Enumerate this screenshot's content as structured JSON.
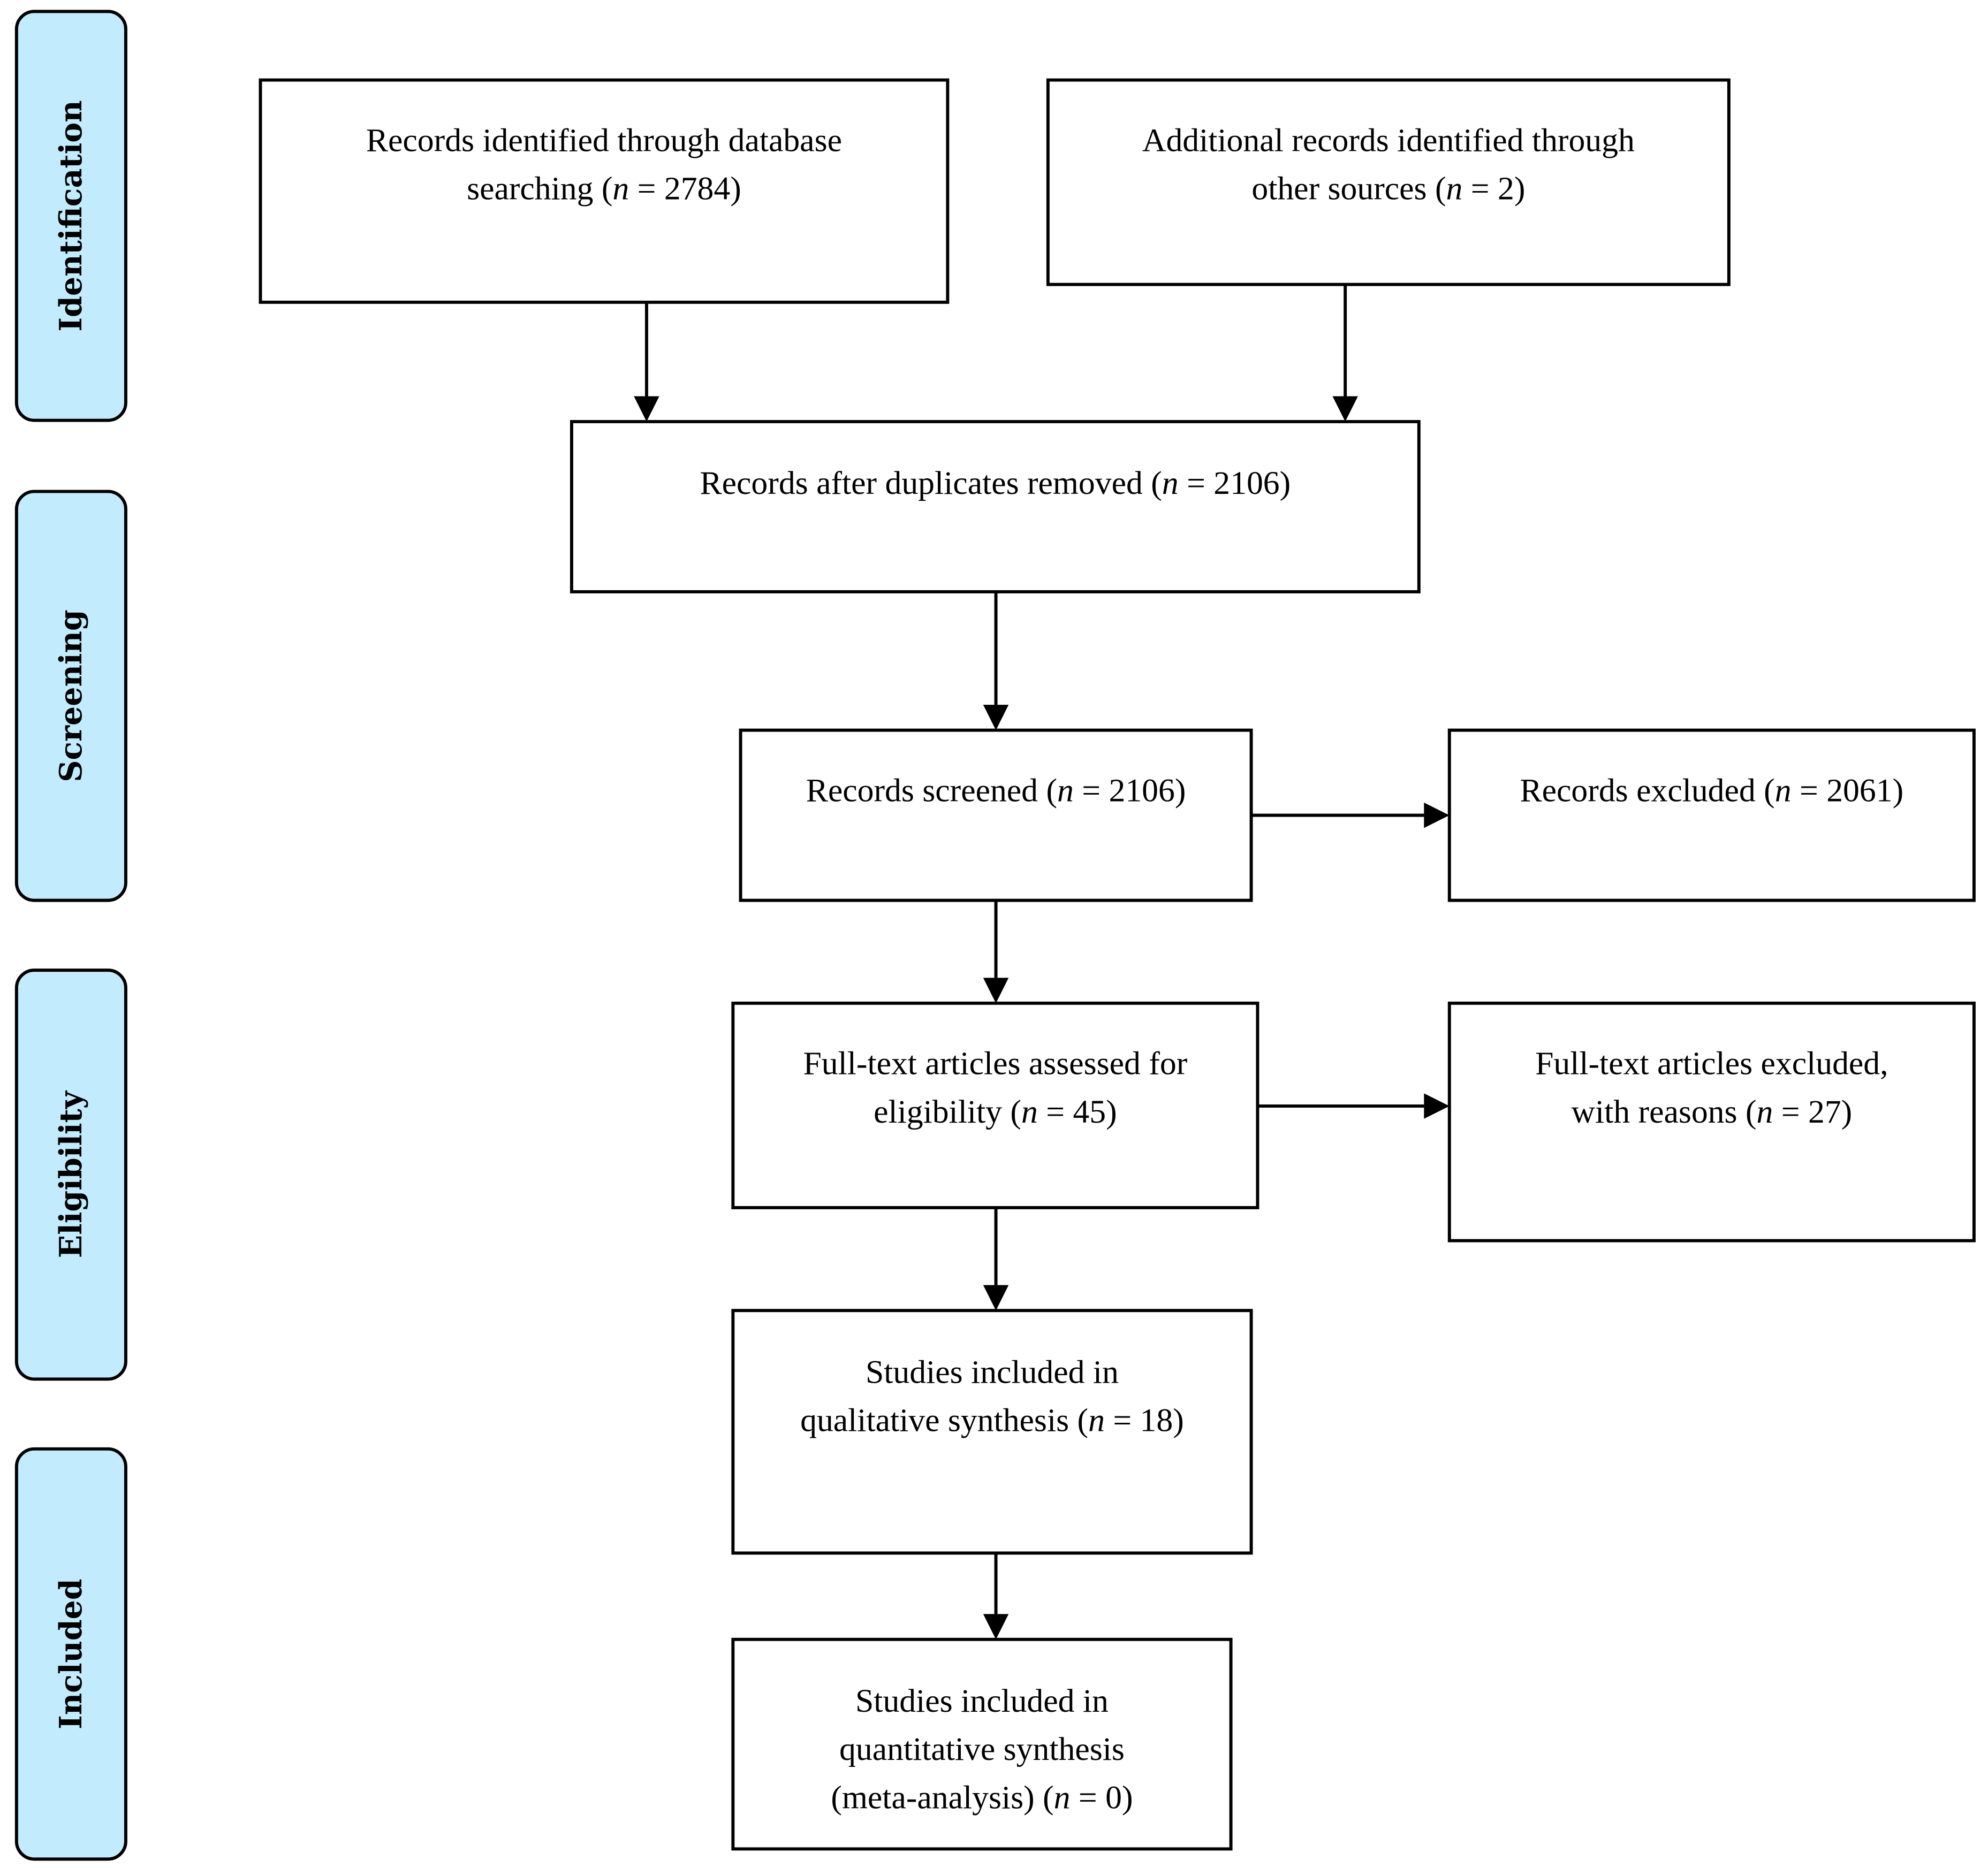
{
  "phases": [
    {
      "label": "Identification"
    },
    {
      "label": "Screening"
    },
    {
      "label": "Eligibility"
    },
    {
      "label": "Included"
    }
  ],
  "colors": {
    "phase_fill": "#c2ecfd",
    "stroke": "#000000"
  },
  "boxes": [
    {
      "id": "database-records",
      "lines": [
        {
          "pre": "Records identified through database"
        },
        {
          "pre": "searching (",
          "italic": "n",
          "post": " = 2784)"
        }
      ]
    },
    {
      "id": "other-sources",
      "lines": [
        {
          "pre": "Additional records identified through"
        },
        {
          "pre": "other sources (",
          "italic": "n",
          "post": " = 2)"
        }
      ]
    },
    {
      "id": "duplicates-removed",
      "lines": [
        {
          "pre": "Records after duplicates removed (",
          "italic": "n",
          "post": " = 2106)"
        }
      ]
    },
    {
      "id": "records-screened",
      "lines": [
        {
          "pre": "Records screened (",
          "italic": "n",
          "post": " = 2106)"
        }
      ]
    },
    {
      "id": "records-excluded",
      "lines": [
        {
          "pre": "Records excluded (",
          "italic": "n",
          "post": " = 2061)"
        }
      ]
    },
    {
      "id": "fulltext-assessed",
      "lines": [
        {
          "pre": "Full-text articles assessed for"
        },
        {
          "pre": "eligibility (",
          "italic": "n",
          "post": " = 45)"
        }
      ]
    },
    {
      "id": "fulltext-excluded",
      "lines": [
        {
          "pre": "Full-text articles excluded,"
        },
        {
          "pre": "with reasons (",
          "italic": "n",
          "post": " = 27)"
        }
      ]
    },
    {
      "id": "qualitative-synthesis",
      "lines": [
        {
          "pre": "Studies included in"
        },
        {
          "pre": "qualitative synthesis (",
          "italic": "n",
          "post": " = 18)"
        }
      ]
    },
    {
      "id": "quantitative-synthesis",
      "lines": [
        {
          "pre": "Studies included in"
        },
        {
          "pre": "quantitative synthesis"
        },
        {
          "pre": "(meta-analysis) (",
          "italic": "n",
          "post": " = 0)"
        }
      ]
    }
  ]
}
